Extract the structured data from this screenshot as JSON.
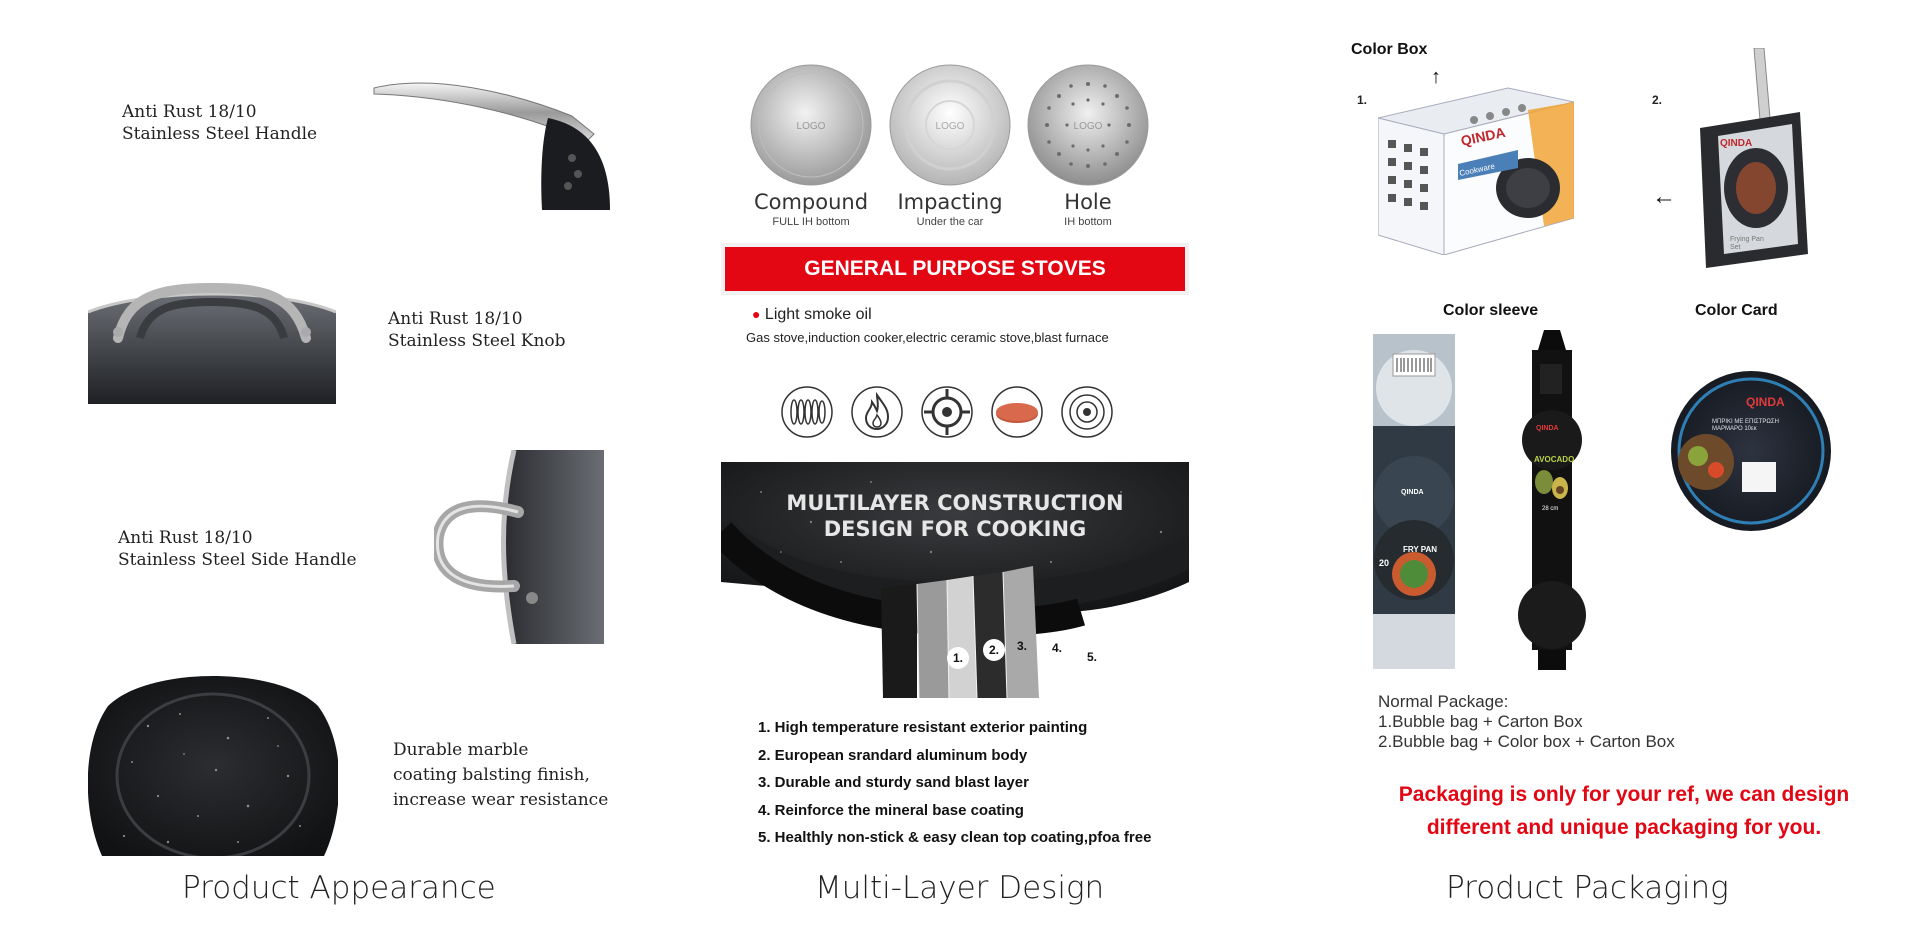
{
  "appearance": {
    "features": [
      {
        "label": "Anti Rust 18/10\nStainless Steel Handle"
      },
      {
        "label": "Anti Rust 18/10\nStainless Steel Knob"
      },
      {
        "label": "Anti Rust 18/10\nStainless Steel Side Handle"
      },
      {
        "label": "Durable marble\ncoating balsting finish,\n increase wear resistance"
      }
    ],
    "title": "Product Appearance"
  },
  "multilayer": {
    "bottoms": [
      {
        "name": "Compound",
        "sub": "FULL IH bottom",
        "logo": "LOGO"
      },
      {
        "name": "Impacting",
        "sub": "Under the car",
        "logo": "LOGO"
      },
      {
        "name": "Hole",
        "sub": "IH bottom",
        "logo": "LOGO"
      }
    ],
    "banner": "GENERAL PURPOSE STOVES",
    "bullet": "Light smoke oil",
    "stoves_text": "Gas stove,induction cooker,electric ceramic stove,blast furnace",
    "stove_icons": [
      "coil-stove-icon",
      "flame-icon",
      "gas-burner-icon",
      "ceramic-plate-icon",
      "induction-icon"
    ],
    "construction_title": [
      "MULTILAYER CONSTRUCTION",
      "DESIGN FOR COOKING"
    ],
    "layer_numbers": [
      "1.",
      "2.",
      "3.",
      "4.",
      "5."
    ],
    "layers": [
      "1. High temperature resistant exterior painting",
      "2. European srandard aluminum body",
      "3. Durable and sturdy sand blast layer",
      "4. Reinforce the mineral base coating",
      "5. Healthly non-stick & easy clean top coating,pfoa free"
    ],
    "title": "Multi-Layer Design"
  },
  "packaging": {
    "color_box_label": "Color Box",
    "item1_num": "1.",
    "item2_num": "2.",
    "brand": "QINDA",
    "box_side_text": "Cookware",
    "card_fine_text": "Frying Pan\nSet",
    "color_sleeve_label": "Color sleeve",
    "color_card_label": "Color Card",
    "sleeve1_product": "FRY PAN",
    "sleeve1_size": "20",
    "sleeve2_product": "AVOCADO",
    "sleeve2_size": "28 cm",
    "card_greek": "ΜΠΡΙΚΙ ΜΕ ΕΠΙΣΤΡΩΣΗ\nΜΑΡΜΑΡΟ 10εκ",
    "normal_title": "Normal Package:",
    "normal_items": [
      "1.Bubble bag + Carton Box",
      "2.Bubble bag + Color box + Carton Box"
    ],
    "disclaimer": [
      "Packaging is only for your ref, we can design",
      "different and unique packaging for you."
    ],
    "title": "Product Packaging"
  }
}
